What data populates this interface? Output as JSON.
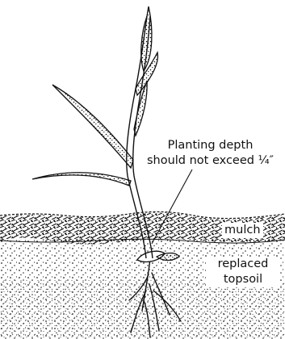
{
  "labels": {
    "planting_depth_line1": "Planting depth",
    "planting_depth_line2": "should not exceed ¼″",
    "mulch": "mulch",
    "topsoil_line1": "replaced",
    "topsoil_line2": "topsoil"
  },
  "colors": {
    "ink": "#111111",
    "background": "#ffffff"
  }
}
